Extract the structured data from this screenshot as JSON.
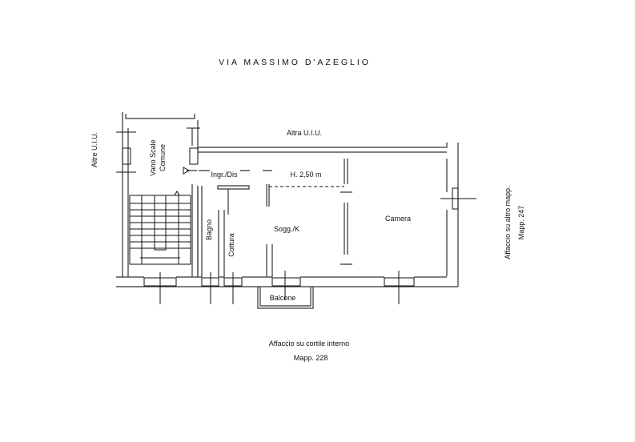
{
  "title": "VIA MASSIMO D'AZEGLIO",
  "labels": {
    "altre_uiu": "Altre U.I.U.",
    "vano_scale_1": "Vano Scale",
    "vano_scale_2": "Comune",
    "altra_uiu": "Altra U.I.U.",
    "ingresso": "Ingr./Dis",
    "height": "H. 2,50 m",
    "bagno": "Bagno",
    "cottura": "Cottura",
    "soggiorno": "Sogg./K",
    "camera": "Camera",
    "balcone": "Balcone",
    "affaccio_right_1": "Affaccio su altro mapp.",
    "affaccio_right_2": "Mapp. 247",
    "affaccio_bottom_1": "Affaccio su cortile interno",
    "affaccio_bottom_2": "Mapp. 228"
  }
}
